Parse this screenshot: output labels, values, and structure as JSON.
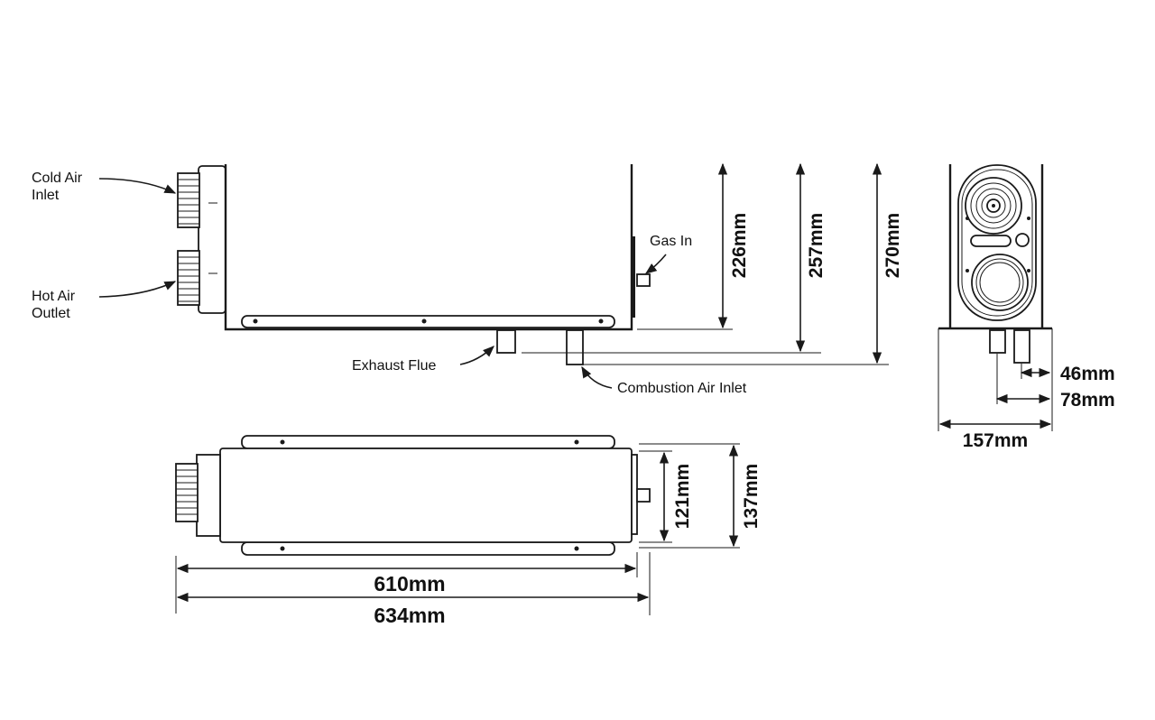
{
  "labels": {
    "cold_air_inlet": [
      "Cold Air",
      "Inlet"
    ],
    "hot_air_outlet": [
      "Hot Air",
      "Outlet"
    ],
    "gas_in": "Gas In",
    "exhaust_flue": "Exhaust Flue",
    "combustion_air_inlet": "Combustion Air Inlet"
  },
  "dimensions": {
    "height_226": "226mm",
    "height_257": "257mm",
    "height_270": "270mm",
    "width_157": "157mm",
    "offset_46": "46mm",
    "offset_78": "78mm",
    "depth_121": "121mm",
    "depth_137": "137mm",
    "length_610": "610mm",
    "length_634": "634mm"
  }
}
